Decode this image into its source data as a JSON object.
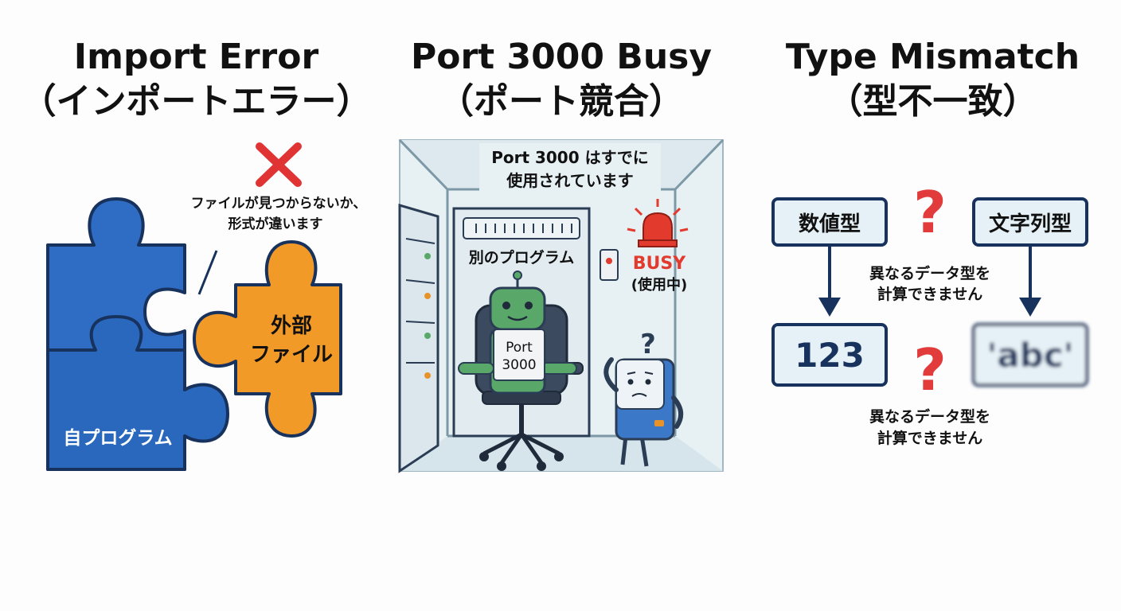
{
  "panels": {
    "import": {
      "title": "Import Error",
      "subtitle": "（インポートエラー）",
      "note_line1": "ファイルが見つからないか、",
      "note_line2": "形式が違います",
      "external_line1": "外部",
      "external_line2": "ファイル",
      "self_label": "自プログラム",
      "colors": {
        "blue": "#2f6cc4",
        "orange": "#f29a28",
        "cross": "#e03434",
        "outline": "#17325d"
      }
    },
    "port": {
      "title": "Port 3000 Busy",
      "subtitle": "（ポート競合）",
      "banner_line1": "Port 3000 はすでに",
      "banner_line2": "使用されています",
      "other_program": "別のプログラム",
      "robot_sign_line1": "Port",
      "robot_sign_line2": "3000",
      "busy_label": "BUSY",
      "busy_sub": "(使用中)",
      "question": "?",
      "colors": {
        "room": "#e7f0f3",
        "robot": "#59a86a",
        "alarm": "#e23b2e",
        "outline": "#2b3d55"
      }
    },
    "type": {
      "title": "Type Mismatch",
      "subtitle": "（型不一致）",
      "left_type": "数値型",
      "right_type": "文字列型",
      "left_value": "123",
      "right_value": "'abc'",
      "note_line1": "異なるデータ型を",
      "note_line2": "計算できません",
      "question": "?",
      "colors": {
        "box_fill": "#e6f1f7",
        "box_stroke": "#17325d",
        "question": "#e13b3b"
      }
    }
  }
}
